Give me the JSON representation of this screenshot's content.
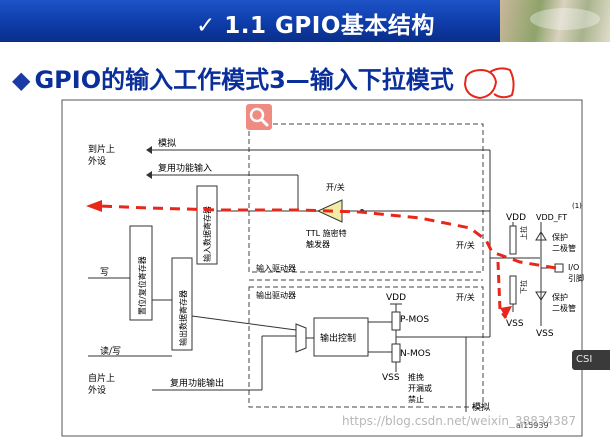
{
  "slide": {
    "banner_title": "✓ 1.1  GPIO基本结构",
    "subtitle_mark": "◆",
    "subtitle_text": "GPIO的输入工作模式3—输入下拉模式"
  },
  "labels": {
    "to_onchip": [
      "到片上",
      "外设"
    ],
    "from_onchip": [
      "自片上",
      "外设"
    ],
    "analog_top": "模拟",
    "alt_func_in": "复用功能输入",
    "schmitt": [
      "TTL 施密特",
      "触发器"
    ],
    "on_off": "开/关",
    "input_data_reg": "输入数据寄存器",
    "input_driver": "输入驱动器",
    "output_driver": "输出驱动器",
    "write": "写",
    "read_write": "读/写",
    "set_reset_reg": "置位/复位寄存器",
    "output_data_reg": "输出数据寄存器",
    "output_control": "输出控制",
    "pmos": "P-MOS",
    "nmos": "N-MOS",
    "vdd": "VDD",
    "vss": "VSS",
    "vdd_ft": "VDD_FT",
    "footnote_mark": "(1)",
    "pull_up": "上拉",
    "pull_down": "下拉",
    "protect_diode": [
      "保护",
      "二极管"
    ],
    "io_pin": [
      "I/O",
      "引脚"
    ],
    "push_pull": [
      "推挽",
      "开漏或",
      "禁止"
    ],
    "alt_func_out": "复用功能输出",
    "analog_bottom": "模拟",
    "figure_id": "ai15939"
  },
  "ui": {
    "watermark": "https://blog.csdn.net/weixin_38834387",
    "side_tab": "CSI"
  },
  "colors": {
    "banner": "#0d3aa6",
    "signal_path": "#e8271b",
    "title_text": "#0b2f9a"
  }
}
